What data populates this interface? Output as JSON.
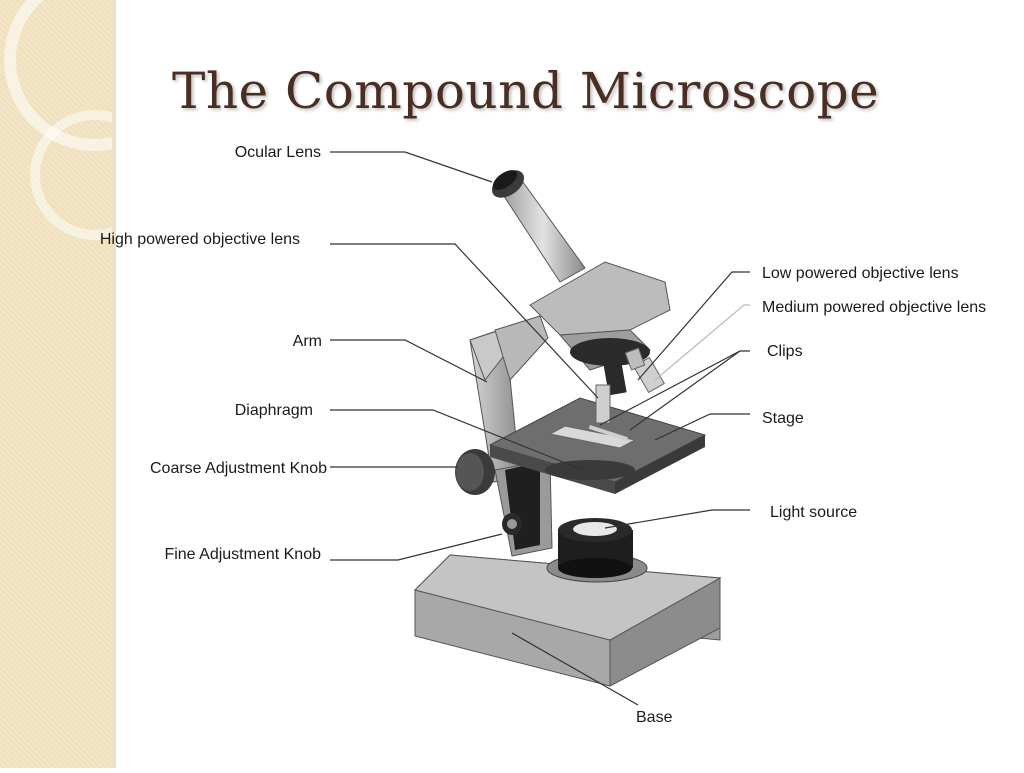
{
  "title": "The Compound Microscope",
  "labels": {
    "ocular_lens": "Ocular Lens",
    "high_power_objective": "High powered objective lens",
    "arm": "Arm",
    "diaphragm": "Diaphragm",
    "coarse_knob": "Coarse Adjustment Knob",
    "fine_knob": "Fine Adjustment Knob",
    "low_power_objective": "Low powered objective lens",
    "medium_power_objective": "Medium powered objective lens",
    "clips": "Clips",
    "stage": "Stage",
    "light_source": "Light source",
    "base": "Base"
  },
  "colors": {
    "title": "#4a2e24",
    "panel": "#f3e6c8",
    "leader": "#333333"
  }
}
